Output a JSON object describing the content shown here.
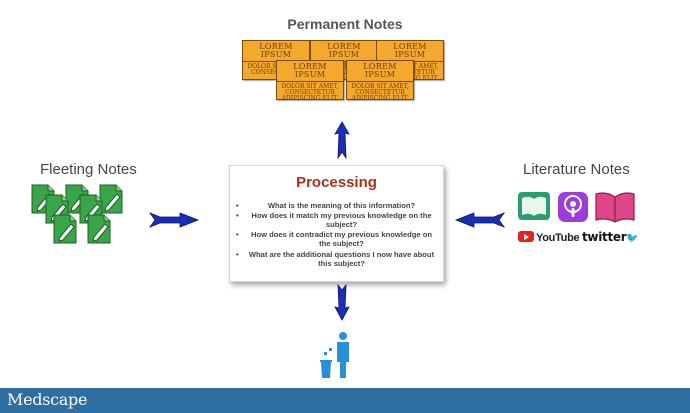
{
  "permanent": {
    "title": "Permanent Notes",
    "card_heading": "LOREM IPSUM",
    "card_body_lines": [
      "DOLOR SIT AMET,",
      "CONSECTETUR",
      "ADIPISCING ELIT."
    ]
  },
  "fleeting": {
    "title": "Fleeting Notes",
    "icon": "pencil-document-icon",
    "color": "#3aa64a"
  },
  "literature": {
    "title": "Literature Notes",
    "icons": [
      "book-icon",
      "podcast-icon",
      "open-book-icon"
    ],
    "youtube": "YouTube",
    "twitter": "twitter"
  },
  "processing": {
    "title": "Processing",
    "questions": [
      "What is the meaning of this information?",
      "How does it match my previous knowledge on the subject?",
      "How does it contradict my previous knowledge on the subject?",
      "What are the additional questions I now have about this subject?"
    ]
  },
  "colors": {
    "arrow": "#1a2fb8",
    "accent": "#a8321e",
    "footer": "#2e6ea0",
    "card": "#f4a92c"
  },
  "footer": {
    "brand": "Medscape"
  }
}
